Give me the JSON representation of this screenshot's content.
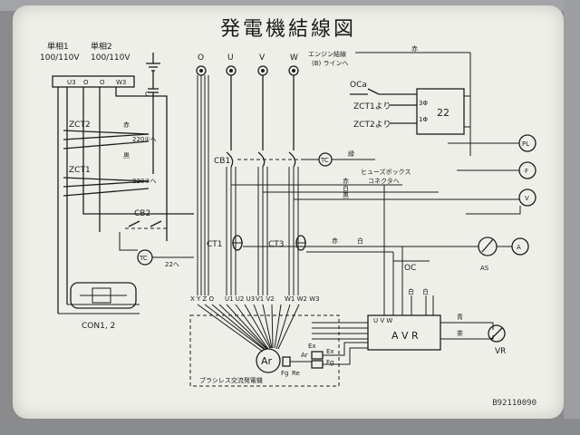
{
  "title": "発電機結線図",
  "code": "B92110090",
  "single_phase_1": "単相1",
  "single_phase_2": "単相2",
  "voltage_1": "100/110V",
  "voltage_2": "100/110V",
  "terminals": {
    "o": "O",
    "u": "U",
    "v": "V",
    "w": "W"
  },
  "engine_note": "エンジン結線\n(B) ラインへ",
  "ct_labels": {
    "zct2": "ZCT2",
    "zct1": "ZCT1",
    "ct1": "CT1",
    "ct3": "CT3"
  },
  "to_220_1": "220①へ",
  "to_220_3": "220③へ",
  "ocr_labels": {
    "oca": "OCa",
    "oc": "OC"
  },
  "zct1_from": "ZCT1より",
  "zct2_from": "ZCT2より",
  "phase_labels": {
    "three_phase": "3Φ",
    "one_phase": "1Φ"
  },
  "relay_22": "22",
  "cb1": "CB1",
  "cb2": "CB2",
  "tc": "TC",
  "to_22": "22へ",
  "fuse_note": "ヒューズボックス\nコネクタへ",
  "meters": {
    "pl": "PL",
    "f": "F",
    "v": "V",
    "a": "A",
    "as": "AS"
  },
  "con": "CON1, 2",
  "avr": "A V R",
  "avr_terminals": "U V W",
  "ar": "Ar",
  "generator": "ブラシレス交流発電機",
  "vr": "VR",
  "fg_re": [
    "Fg",
    "Re"
  ],
  "ex": [
    "Ex",
    "Ar",
    "Ex",
    "Fg"
  ],
  "wire_colors": [
    "赤",
    "黒",
    "白",
    "緑",
    "青",
    "茶"
  ],
  "xyz": "X Y Z O",
  "uvw_rows": [
    "U1 U2 U3",
    "V1 V2",
    "W1 W2 W3"
  ]
}
